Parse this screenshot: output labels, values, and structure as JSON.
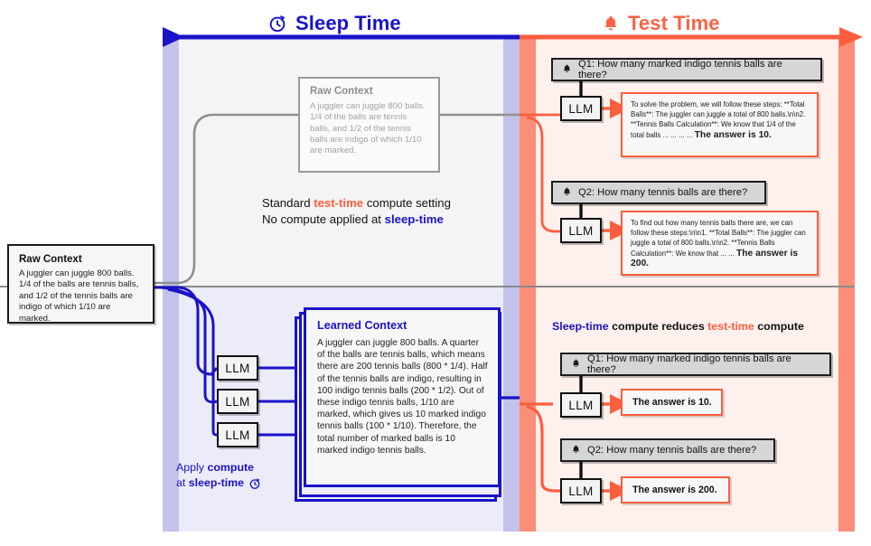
{
  "phases": {
    "sleep": {
      "label": "Sleep Time",
      "icon": "clock-rotate-icon",
      "color": "#1a13c8"
    },
    "test": {
      "label": "Test Time",
      "icon": "bell-icon",
      "color": "#fb6245"
    }
  },
  "raw_context_main": {
    "title": "Raw Context",
    "body": "A juggler can juggle 800 balls. 1/4 of the balls are tennis balls, and 1/2 of the tennis balls are indigo of which 1/10 are marked."
  },
  "raw_context_ghost": {
    "title": "Raw Context",
    "body": "A juggler can juggle 800 balls. 1/4 of the balls are tennis balls, and 1/2 of the tennis balls are indigo of which 1/10 are marked."
  },
  "learned_context": {
    "title": "Learned Context",
    "body": "A juggler can juggle 800 balls. A quarter of the balls are tennis balls, which means there are 200 tennis balls (800 * 1/4). Half of the tennis balls are indigo, resulting in 100 indigo tennis balls (200 * 1/2). Out of these indigo tennis balls, 1/10 are marked, which gives us 10 marked indigo tennis balls (100 * 1/10). Therefore, the total number of marked balls is 10 marked indigo tennis balls."
  },
  "llm_label": "LLM",
  "notes": {
    "standard_line1_a": "Standard ",
    "standard_line1_b": "test-time",
    "standard_line1_c": " compute setting",
    "standard_line2_a": "No compute applied at ",
    "standard_line2_b": "sleep-time",
    "reduce_a": "Sleep-time",
    "reduce_b": " compute reduces ",
    "reduce_c": "test-time",
    "reduce_d": " compute",
    "apply_line1_a": "Apply ",
    "apply_line1_b": "compute",
    "apply_line2_a": "at ",
    "apply_line2_b": "sleep-time"
  },
  "top_section": {
    "q1": {
      "text": "Q1: How many marked indigo tennis balls are there?",
      "icon": "bell-icon"
    },
    "q2": {
      "text": "Q2: How many tennis balls are there?",
      "icon": "bell-icon"
    },
    "a1_prefix": "To solve the problem, we will follow these steps:  **Total Balls**: The juggler can juggle a total of 800 balls.\\n\\n2. **Tennis Balls Calculation**: We know that 1/4 of the total balls ... ... ... ... ",
    "a1_answer": "The answer is 10.",
    "a2_prefix": "To find out how many tennis balls there are, we can follow these steps:\\n\\n1. **Total Balls**: The juggler can juggle a total of 800 balls.\\n\\n2. **Tennis Balls Calculation**: We know that ... ... ",
    "a2_answer": "The answer is 200."
  },
  "bottom_section": {
    "q1": {
      "text": "Q1: How many marked indigo tennis balls are there?",
      "icon": "bell-icon"
    },
    "q2": {
      "text": "Q2: How many tennis balls are there?",
      "icon": "bell-icon"
    },
    "a1_answer": "The answer is 10.",
    "a2_answer": "The answer is 200."
  },
  "colors": {
    "sleep_blue": "#1a13c8",
    "test_orange": "#fb5e3e",
    "sleep_band_top": "#f4f4f5",
    "sleep_band_bottom": "#ecebf8",
    "test_band": "#fdf0ed",
    "sleep_edge": "#c2c2ea",
    "test_edge": "#fa8e79"
  }
}
